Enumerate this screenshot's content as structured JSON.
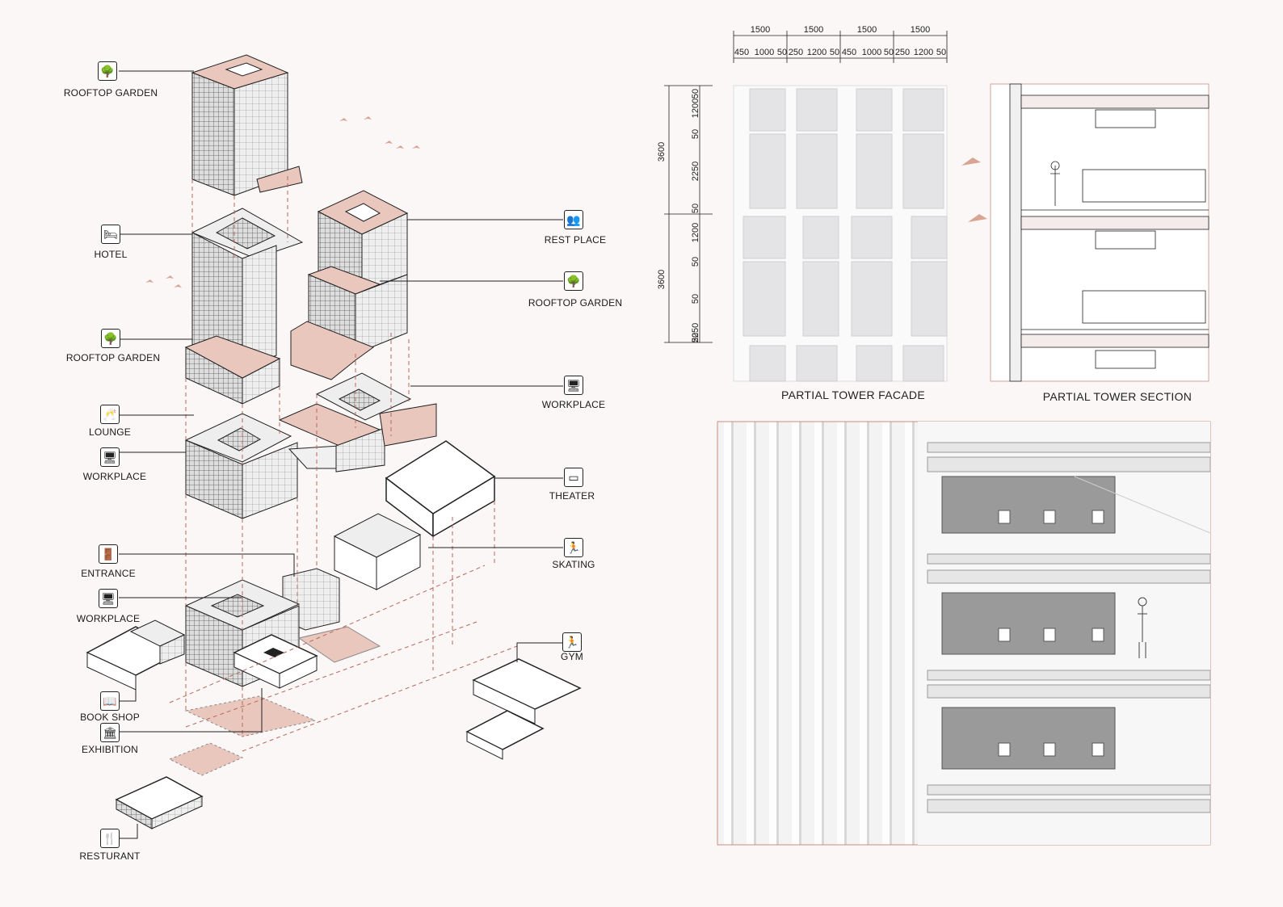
{
  "labels": {
    "rooftop_garden_top": "ROOFTOP GARDEN",
    "hotel": "HOTEL",
    "rooftop_garden_left": "ROOFTOP GARDEN",
    "lounge": "LOUNGE",
    "workplace_left": "WORKPLACE",
    "entrance": "ENTRANCE",
    "workplace_lower": "WORKPLACE",
    "book_shop": "BOOK SHOP",
    "exhibition": "EXHIBITION",
    "resturant": "RESTURANT",
    "rest_place": "REST PLACE",
    "rooftop_garden_right": "ROOFTOP GARDEN",
    "workplace_right": "WORKPLACE",
    "theater": "THEATER",
    "skating": "SKATING",
    "gym": "GYM"
  },
  "icons": {
    "rooftop_garden_top": "tree-icon",
    "hotel": "bed-icon",
    "rooftop_garden_left": "tree-icon",
    "lounge": "glasses-icon",
    "workplace_left": "desk-icon",
    "entrance": "door-icon",
    "workplace_lower": "desk-icon",
    "book_shop": "book-icon",
    "exhibition": "exhibition-icon",
    "resturant": "cutlery-icon",
    "rest_place": "people-icon",
    "rooftop_garden_right": "tree-icon",
    "workplace_right": "desk-icon",
    "theater": "screen-icon",
    "skating": "runner-icon",
    "gym": "runner-icon"
  },
  "captions": {
    "facade": "PARTIAL TOWER FACADE",
    "section": "PARTIAL TOWER SECTION"
  },
  "dimensions": {
    "top_major": [
      "1500",
      "1500",
      "1500",
      "1500"
    ],
    "top_minor": [
      "450",
      "1000",
      "50",
      "250",
      "1200",
      "50",
      "450",
      "1000",
      "50",
      "250",
      "1200",
      "50"
    ],
    "side_major": [
      "3600",
      "3600"
    ],
    "side_minor": [
      "50",
      "1200",
      "50",
      "2250",
      "50",
      "1200",
      "50",
      "50",
      "2250",
      "50"
    ]
  },
  "colors": {
    "accent": "#c98f80",
    "accent_fill": "#e8c6bc",
    "line": "#222222"
  }
}
